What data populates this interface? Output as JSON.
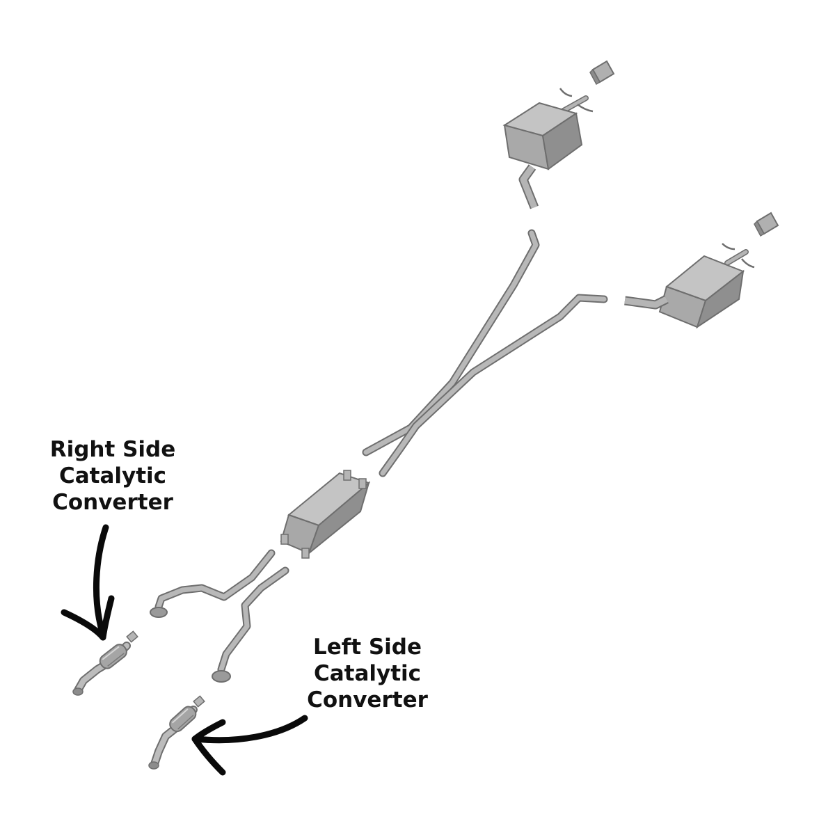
{
  "labels": {
    "right_converter": [
      "Right Side",
      "Catalytic",
      "Converter"
    ],
    "left_converter": [
      "Left Side",
      "Catalytic",
      "Converter"
    ]
  },
  "colors": {
    "pipe_outline": "#6e6e6e",
    "pipe_fill": "#b5b5b5",
    "muffler_fill": "#a9a9a9",
    "muffler_top": "#c4c4c4",
    "muffler_dark": "#8c8c8c",
    "arrow": "#0a0a0a",
    "text": "#111111",
    "background": "#ffffff"
  },
  "icons": {
    "arrow_right_label": "curved-arrow-down-icon",
    "arrow_left_label": "curved-arrow-left-icon"
  }
}
